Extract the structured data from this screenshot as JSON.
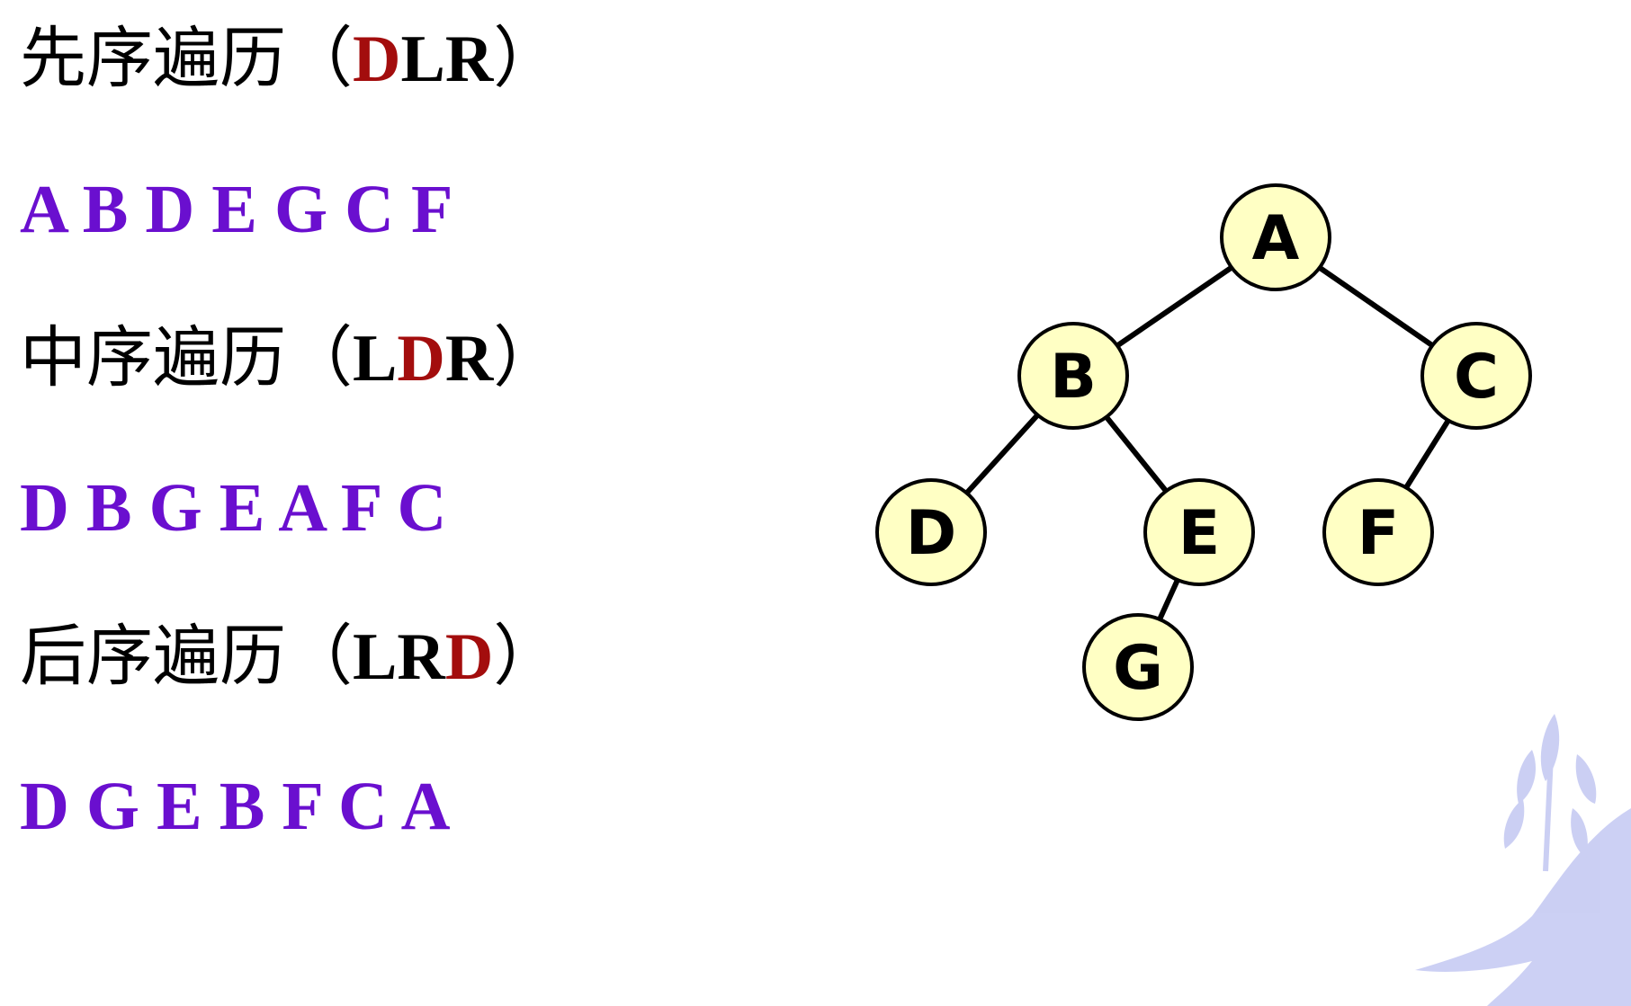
{
  "traversals": [
    {
      "name": "先序遍历",
      "open": "（",
      "order": [
        "D",
        "L",
        "R"
      ],
      "root_index": 0,
      "close": "）",
      "sequence": "A B D E G C F"
    },
    {
      "name": "中序遍历",
      "open": "（",
      "order": [
        "L",
        "D",
        "R"
      ],
      "root_index": 1,
      "close": "）",
      "sequence": "D B G E A F C"
    },
    {
      "name": "后序遍历",
      "open": "（",
      "order": [
        "L",
        "R",
        "D"
      ],
      "root_index": 2,
      "close": "）",
      "sequence": "D G E B F C A"
    }
  ],
  "colors": {
    "heading_text": "#000000",
    "root_highlight": "#a30d0d",
    "sequence_text": "#6a0fcf",
    "node_fill": "#ffffc4",
    "node_stroke": "#000000",
    "edge": "#000000",
    "decoration": "#c9cdf3"
  },
  "tree": {
    "nodes": [
      {
        "id": "A",
        "label": "A"
      },
      {
        "id": "B",
        "label": "B"
      },
      {
        "id": "C",
        "label": "C"
      },
      {
        "id": "D",
        "label": "D"
      },
      {
        "id": "E",
        "label": "E"
      },
      {
        "id": "F",
        "label": "F"
      },
      {
        "id": "G",
        "label": "G"
      }
    ],
    "edges": [
      {
        "from": "A",
        "to": "B"
      },
      {
        "from": "A",
        "to": "C"
      },
      {
        "from": "B",
        "to": "D"
      },
      {
        "from": "B",
        "to": "E"
      },
      {
        "from": "C",
        "to": "F"
      },
      {
        "from": "E",
        "to": "G"
      }
    ]
  },
  "decoration_icon": "dove-with-olive-branch-icon"
}
